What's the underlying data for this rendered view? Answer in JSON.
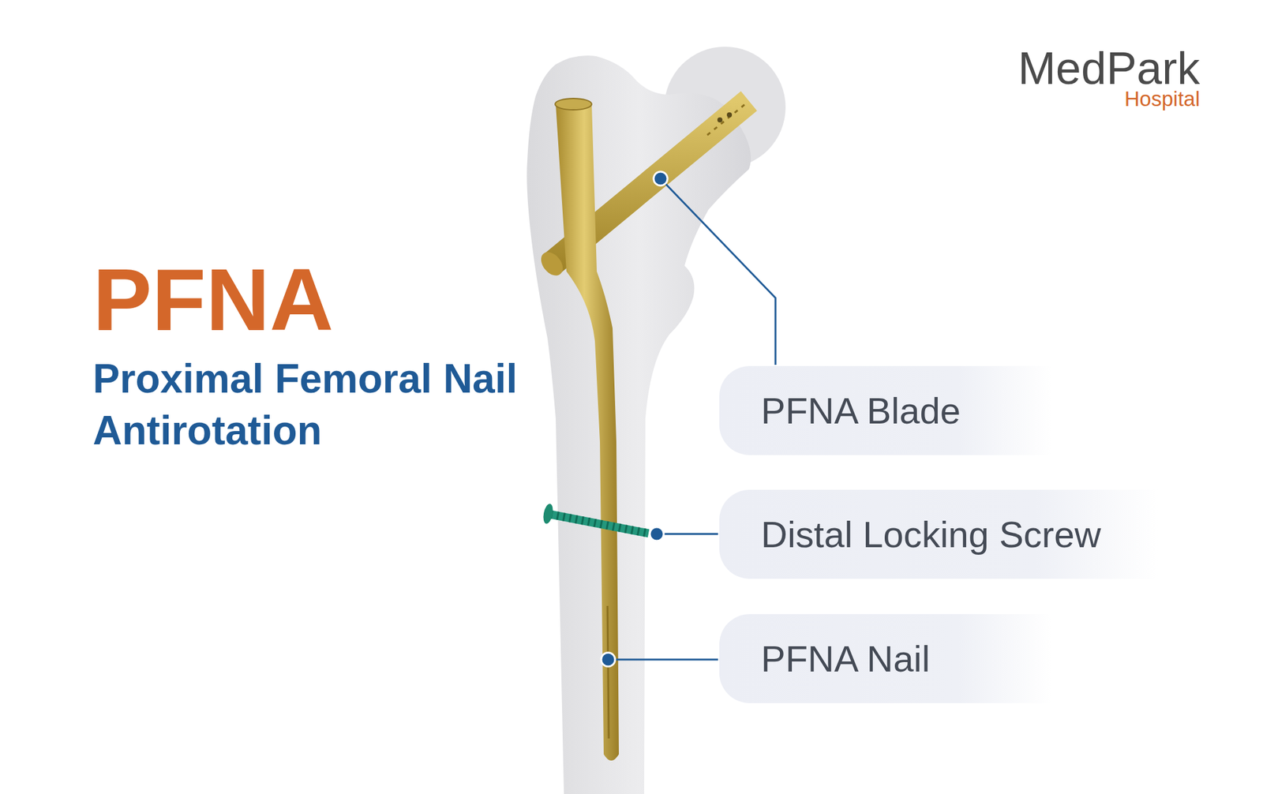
{
  "diagram": {
    "title": "PFNA",
    "nodes": [
      {
        "text": [
          "PFNA Blade"
        ]
      },
      {
        "text": [
          "Distal Locking Screw"
        ]
      },
      {
        "text": [
          "PFNA Nail"
        ]
      }
    ],
    "labels": [
      "Proximal Femoral Nail Antirotation",
      "MedPark",
      "Hospital"
    ]
  }
}
